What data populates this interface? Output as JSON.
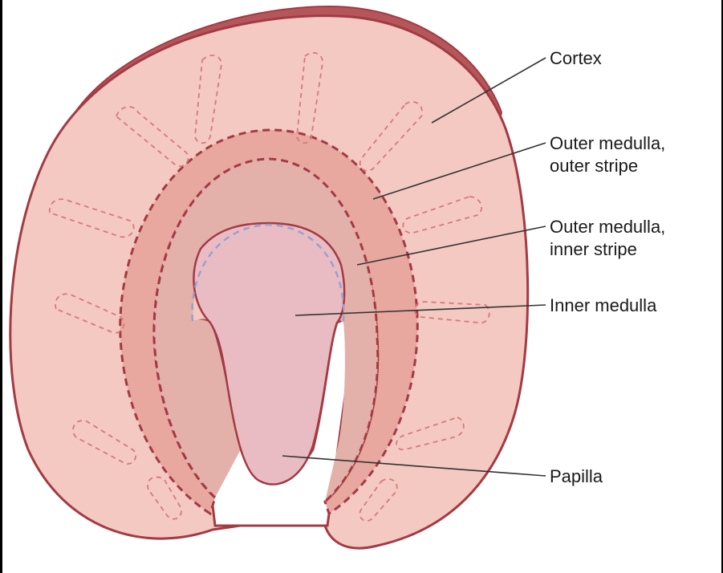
{
  "diagram": {
    "labels": {
      "cortex": "Cortex",
      "outer_stripe_1": "Outer medulla,",
      "outer_stripe_2": "outer stripe",
      "inner_stripe_1": "Outer medulla,",
      "inner_stripe_2": "inner stripe",
      "inner_medulla": "Inner medulla",
      "papilla": "Papilla"
    },
    "colors": {
      "cortex_fill": "#f3c9c1",
      "capsule": "#b5575a",
      "outer_stripe_fill": "#e8a79f",
      "inner_stripe_fill": "#e3b1aa",
      "inner_medulla_fill": "#e9bcc4",
      "outline": "#a33a44",
      "leader": "#333333"
    }
  }
}
